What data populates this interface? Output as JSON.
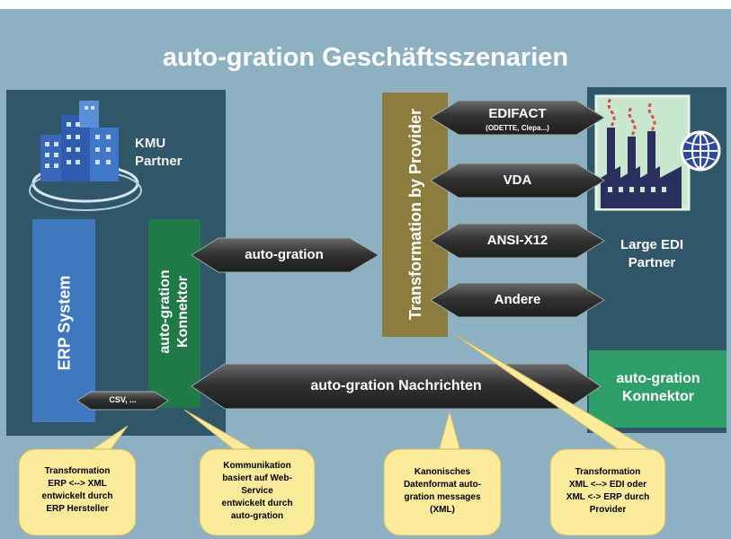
{
  "title": "auto-gration Geschäftsszenarien",
  "kmu": {
    "label_line1": "KMU",
    "label_line2": "Partner"
  },
  "large_edi": {
    "label_line1": "Large EDI",
    "label_line2": "Partner"
  },
  "erp_system": "ERP System",
  "connector_left": {
    "line1": "auto-gration",
    "line2": "Konnektor"
  },
  "connector_right": {
    "line1": "auto-gration",
    "line2": "Konnektor"
  },
  "transformation_by_provider": "Transformation by Provider",
  "arrows": {
    "auto_gration": "auto-gration",
    "edifact": "EDIFACT",
    "edifact_sub": "(ODETTE, Clepa...)",
    "vda": "VDA",
    "ansi": "ANSI-X12",
    "andere": "Andere",
    "nachrichten": "auto-gration Nachrichten",
    "csv": "CSV, ..."
  },
  "callouts": {
    "erp": [
      "Transformation",
      "ERP <--> XML",
      "entwickelt durch",
      "ERP Hersteller"
    ],
    "kommunikation": [
      "Kommunikation",
      "basiert auf Web-",
      "Service",
      "entwickelt durch",
      "auto-gration"
    ],
    "kanonisch": [
      "Kanonisches",
      "Datenformat auto-",
      "gration messages",
      "(XML)"
    ],
    "provider": [
      "Transformation",
      "XML <--> EDI oder",
      "XML <-> ERP durch",
      "Provider"
    ]
  },
  "colors": {
    "background": "#8eb0c3",
    "panel": "#2f5669",
    "erp_blue": "#3f78bf",
    "connector_green": "#1f7a47",
    "connector_light_green": "#2f9f69",
    "provider_olive": "#8c7d3f",
    "arrow_dark": "#3a3a3a",
    "callout_yellow": "#fbeb9a"
  },
  "icons": [
    "office-building-icon",
    "factory-icon",
    "globe-icon"
  ]
}
